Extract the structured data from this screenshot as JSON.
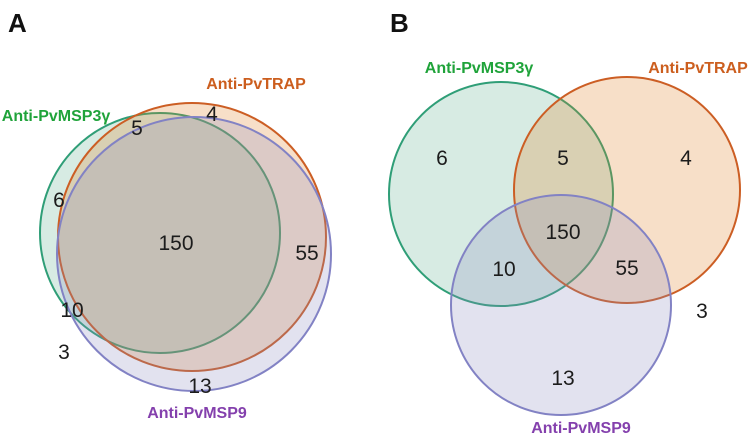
{
  "colors": {
    "label_green": "#1fa33a",
    "label_orange": "#cc5e1e",
    "label_purple": "#8440ad",
    "stroke_green": "#2f9e77",
    "stroke_orange": "#cc5e24",
    "stroke_purple": "#8282c4",
    "fill_green": "#4aa27f",
    "fill_orange": "#df7f23",
    "fill_purple": "#8b8bc0",
    "count_text": "#1c1c1c"
  },
  "sets": {
    "msp3g": "Anti-PvMSP3γ",
    "trap": "Anti-PvTRAP",
    "msp9": "Anti-PvMSP9"
  },
  "panelA": {
    "letter": "A",
    "counts": {
      "msp3g_only": "6",
      "trap_only": "4",
      "msp9_only": "13",
      "msp3g_trap": "5",
      "msp3g_msp9": "10",
      "trap_msp9": "55",
      "all_three": "150",
      "outside": "3"
    }
  },
  "panelB": {
    "letter": "B",
    "counts": {
      "msp3g_only": "6",
      "trap_only": "4",
      "msp9_only": "13",
      "msp3g_trap": "5",
      "msp3g_msp9": "10",
      "trap_msp9": "55",
      "all_three": "150",
      "outside": "3"
    }
  },
  "chart_data": [
    {
      "type": "venn",
      "panel": "A",
      "style": "area-proportional euler, three overlapping circles",
      "sets": [
        "Anti-PvMSP3γ",
        "Anti-PvTRAP",
        "Anti-PvMSP9"
      ],
      "regions": {
        "Anti-PvMSP3γ only": 6,
        "Anti-PvTRAP only": 4,
        "Anti-PvMSP9 only": 13,
        "Anti-PvMSP3γ ∩ Anti-PvTRAP": 5,
        "Anti-PvMSP3γ ∩ Anti-PvMSP9": 10,
        "Anti-PvTRAP ∩ Anti-PvMSP9": 55,
        "Anti-PvMSP3γ ∩ Anti-PvTRAP ∩ Anti-PvMSP9": 150,
        "outside all sets": 3
      }
    },
    {
      "type": "venn",
      "panel": "B",
      "style": "classic symmetric three-circle venn",
      "sets": [
        "Anti-PvMSP3γ",
        "Anti-PvTRAP",
        "Anti-PvMSP9"
      ],
      "regions": {
        "Anti-PvMSP3γ only": 6,
        "Anti-PvTRAP only": 4,
        "Anti-PvMSP9 only": 13,
        "Anti-PvMSP3γ ∩ Anti-PvTRAP": 5,
        "Anti-PvMSP3γ ∩ Anti-PvMSP9": 10,
        "Anti-PvTRAP ∩ Anti-PvMSP9": 55,
        "Anti-PvMSP3γ ∩ Anti-PvTRAP ∩ Anti-PvMSP9": 150,
        "outside all sets": 3
      }
    }
  ]
}
